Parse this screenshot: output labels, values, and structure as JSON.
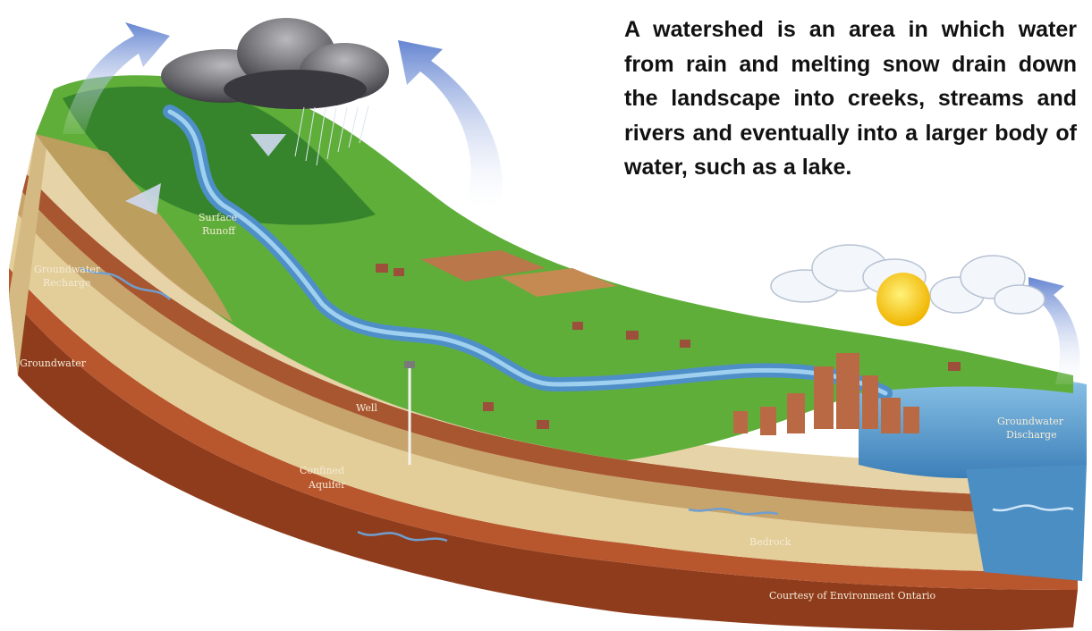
{
  "caption": "A watershed is an area in which water from rain and melting snow drain down the landscape into creeks, streams and rivers and eventually into a larger body of water, such as a lake.",
  "labels": {
    "surface_runoff_1": "Surface",
    "surface_runoff_2": "Runoff",
    "groundwater_recharge_1": "Groundwater",
    "groundwater_recharge_2": "Recharge",
    "groundwater": "Groundwater",
    "well": "Well",
    "confined_aquifer_1": "Confined",
    "confined_aquifer_2": "Aquifer",
    "groundwater_discharge_1": "Groundwater",
    "groundwater_discharge_2": "Discharge",
    "bedrock": "Bedrock",
    "credit": "Courtesy of Environment Ontario"
  },
  "colors": {
    "land_green": "#5fae3a",
    "river_blue": "#4f8fc8",
    "lake_blue": "#5a9ccf",
    "soil_tan": "#d9bf8c",
    "soil_red": "#b4532b",
    "arrow_blue": "#7f99d6",
    "sun_yellow": "#f5c518"
  }
}
